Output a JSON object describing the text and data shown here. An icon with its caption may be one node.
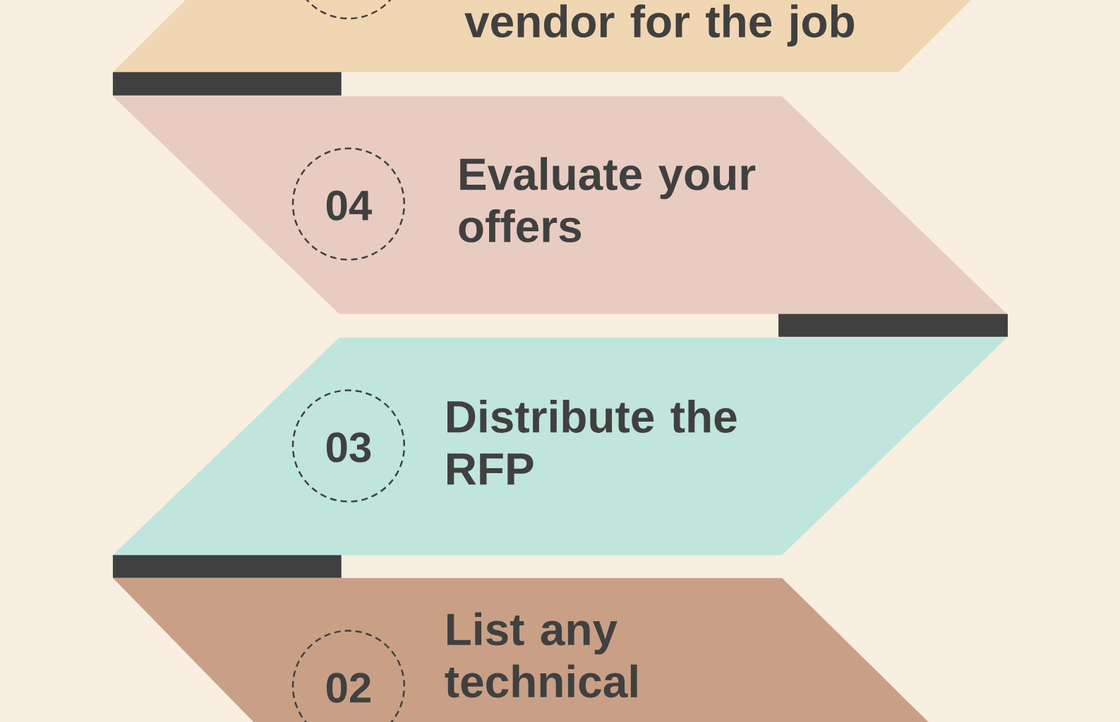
{
  "diagram": {
    "nodes": [
      {
        "text": [
          "vendor for the job"
        ]
      },
      {
        "text": [],
        "shape": "circle"
      },
      {
        "text": [],
        "shape": "bar"
      },
      {
        "text": [
          "04",
          "Evaluate your offers"
        ]
      },
      {
        "text": [],
        "shape": "bar"
      },
      {
        "text": [
          "03",
          "Distribute the RFP"
        ]
      },
      {
        "text": [],
        "shape": "bar"
      },
      {
        "text": [
          "02",
          "List any technical"
        ]
      }
    ]
  }
}
